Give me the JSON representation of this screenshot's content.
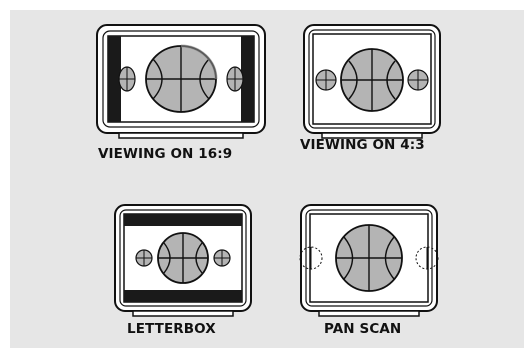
{
  "colors": {
    "panel": "#e6e6e6",
    "outline": "#111111",
    "screen": "#ffffff",
    "bar": "#1a1a1a",
    "ball": "#b4b4b4",
    "ball_shade": "#8c8c8c"
  },
  "diagrams": [
    {
      "caption": "VIEWING ON 16:9",
      "tv_shape": "wide",
      "picture": "stretched",
      "side_balls": "visible"
    },
    {
      "caption": "VIEWING ON 4:3",
      "tv_shape": "standard",
      "picture": "full",
      "side_balls": "visible"
    },
    {
      "caption": "LETTERBOX",
      "tv_shape": "standard",
      "picture": "letterbox",
      "side_balls": "visible"
    },
    {
      "caption": "PAN SCAN",
      "tv_shape": "standard",
      "picture": "pan-scan",
      "side_balls": "cropped"
    }
  ]
}
